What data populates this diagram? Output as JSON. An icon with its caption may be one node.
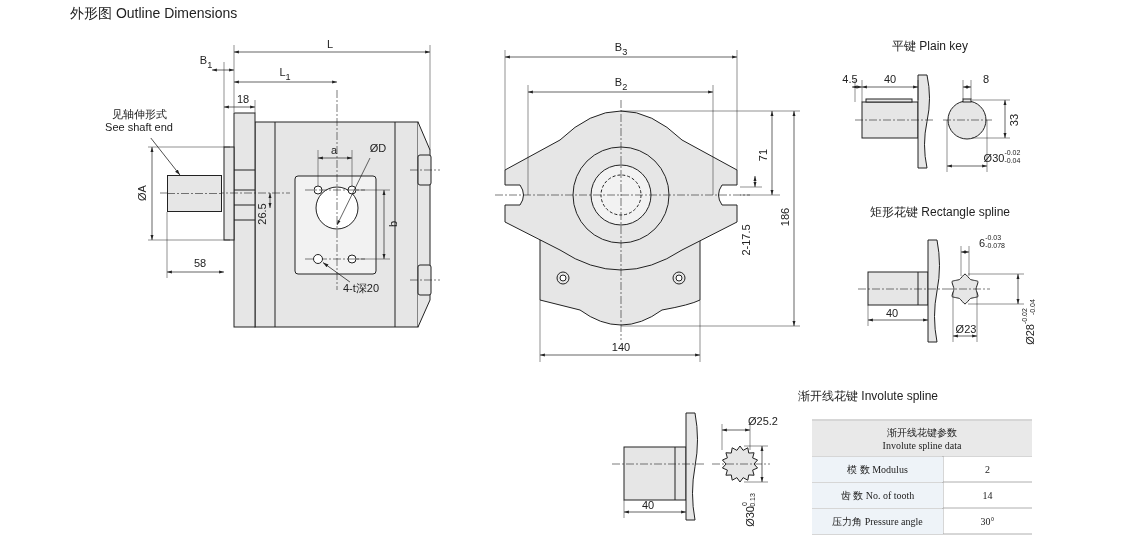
{
  "diagram": {
    "title": "外形图 Outline Dimensions",
    "nodes": [
      {
        "text": [
          "见轴伸形式",
          "See shaft end"
        ]
      },
      {
        "text": [],
        "shape": "bar"
      },
      {
        "text": [
          "4-t深20"
        ]
      },
      {
        "text": [],
        "shape": "circle"
      }
    ],
    "edges": [
      {
        "from": 0,
        "to": 1,
        "arrow": "to"
      },
      {
        "from": 2,
        "to": 3,
        "arrow": "to"
      }
    ],
    "labels": [
      "L",
      "B$_{1}$",
      "L$_{1}$",
      "18",
      "ØA",
      "a",
      "ØD",
      "26.5",
      "b",
      "58",
      "B$_{3}$",
      "B$_{2}$",
      "71",
      "2-17.5",
      "186",
      "140",
      "平键 Plain key",
      "4.5",
      "40",
      "8",
      "33",
      "Ø30$^{-0.02}$$_{-0.04}$",
      "矩形花键 Rectangle spline",
      "6$^{-0.03}$$_{-0.078}$",
      "40",
      "Ø23",
      "Ø28$^{-0.02}$$_{-0.04}$",
      "渐开线花键 Involute spline",
      "40",
      "Ø25.2",
      "Ø30$^{0}$$_{-0.13}$",
      "渐开线花键参数 Involute spline data",
      "模 数 Modulus",
      "2",
      "齿 数 No. of tooth",
      "14",
      "压力角 Pressure angle",
      "30°"
    ]
  }
}
